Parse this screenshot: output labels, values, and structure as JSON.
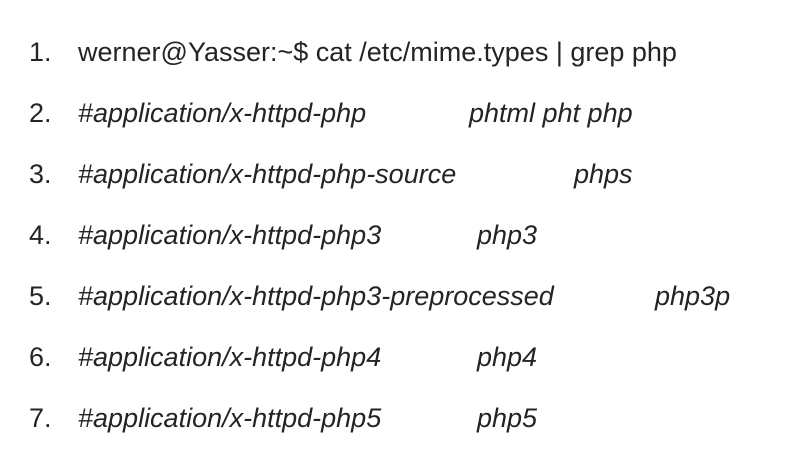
{
  "lines": [
    {
      "number": "1.",
      "command": "werner@Yasser:~$ cat /etc/mime.types | grep php"
    },
    {
      "number": "2.",
      "type": "#application/x-httpd-php",
      "extensions": "phtml pht php"
    },
    {
      "number": "3.",
      "type": "#application/x-httpd-php-source",
      "extensions": "phps"
    },
    {
      "number": "4.",
      "type": "#application/x-httpd-php3",
      "extensions": "php3"
    },
    {
      "number": "5.",
      "type": "#application/x-httpd-php3-preprocessed",
      "extensions": "php3p"
    },
    {
      "number": "6.",
      "type": "#application/x-httpd-php4",
      "extensions": "php4"
    },
    {
      "number": "7.",
      "type": "#application/x-httpd-php5",
      "extensions": "php5"
    }
  ]
}
